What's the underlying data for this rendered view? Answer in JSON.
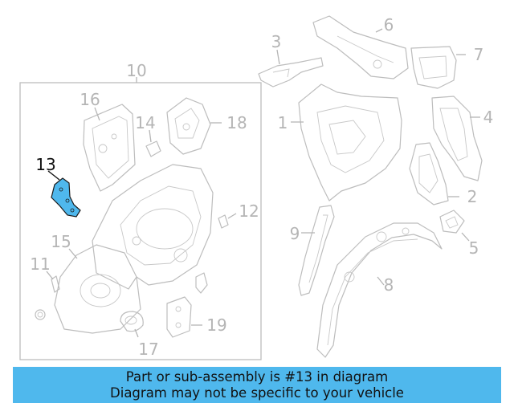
{
  "diagram": {
    "callouts": {
      "c1": "1",
      "c2": "2",
      "c3": "3",
      "c4": "4",
      "c5": "5",
      "c6": "6",
      "c7": "7",
      "c8": "8",
      "c9": "9",
      "c10": "10",
      "c11": "11",
      "c12": "12",
      "c13": "13",
      "c14": "14",
      "c15": "15",
      "c16": "16",
      "c17": "17",
      "c18": "18",
      "c19": "19"
    },
    "highlight_color": "#4fb8ed",
    "highlighted_part": "13"
  },
  "banner": {
    "line1": "Part or sub-assembly is #13 in diagram",
    "line2": "Diagram may not be specific to your vehicle",
    "background": "#4fb8ed"
  }
}
